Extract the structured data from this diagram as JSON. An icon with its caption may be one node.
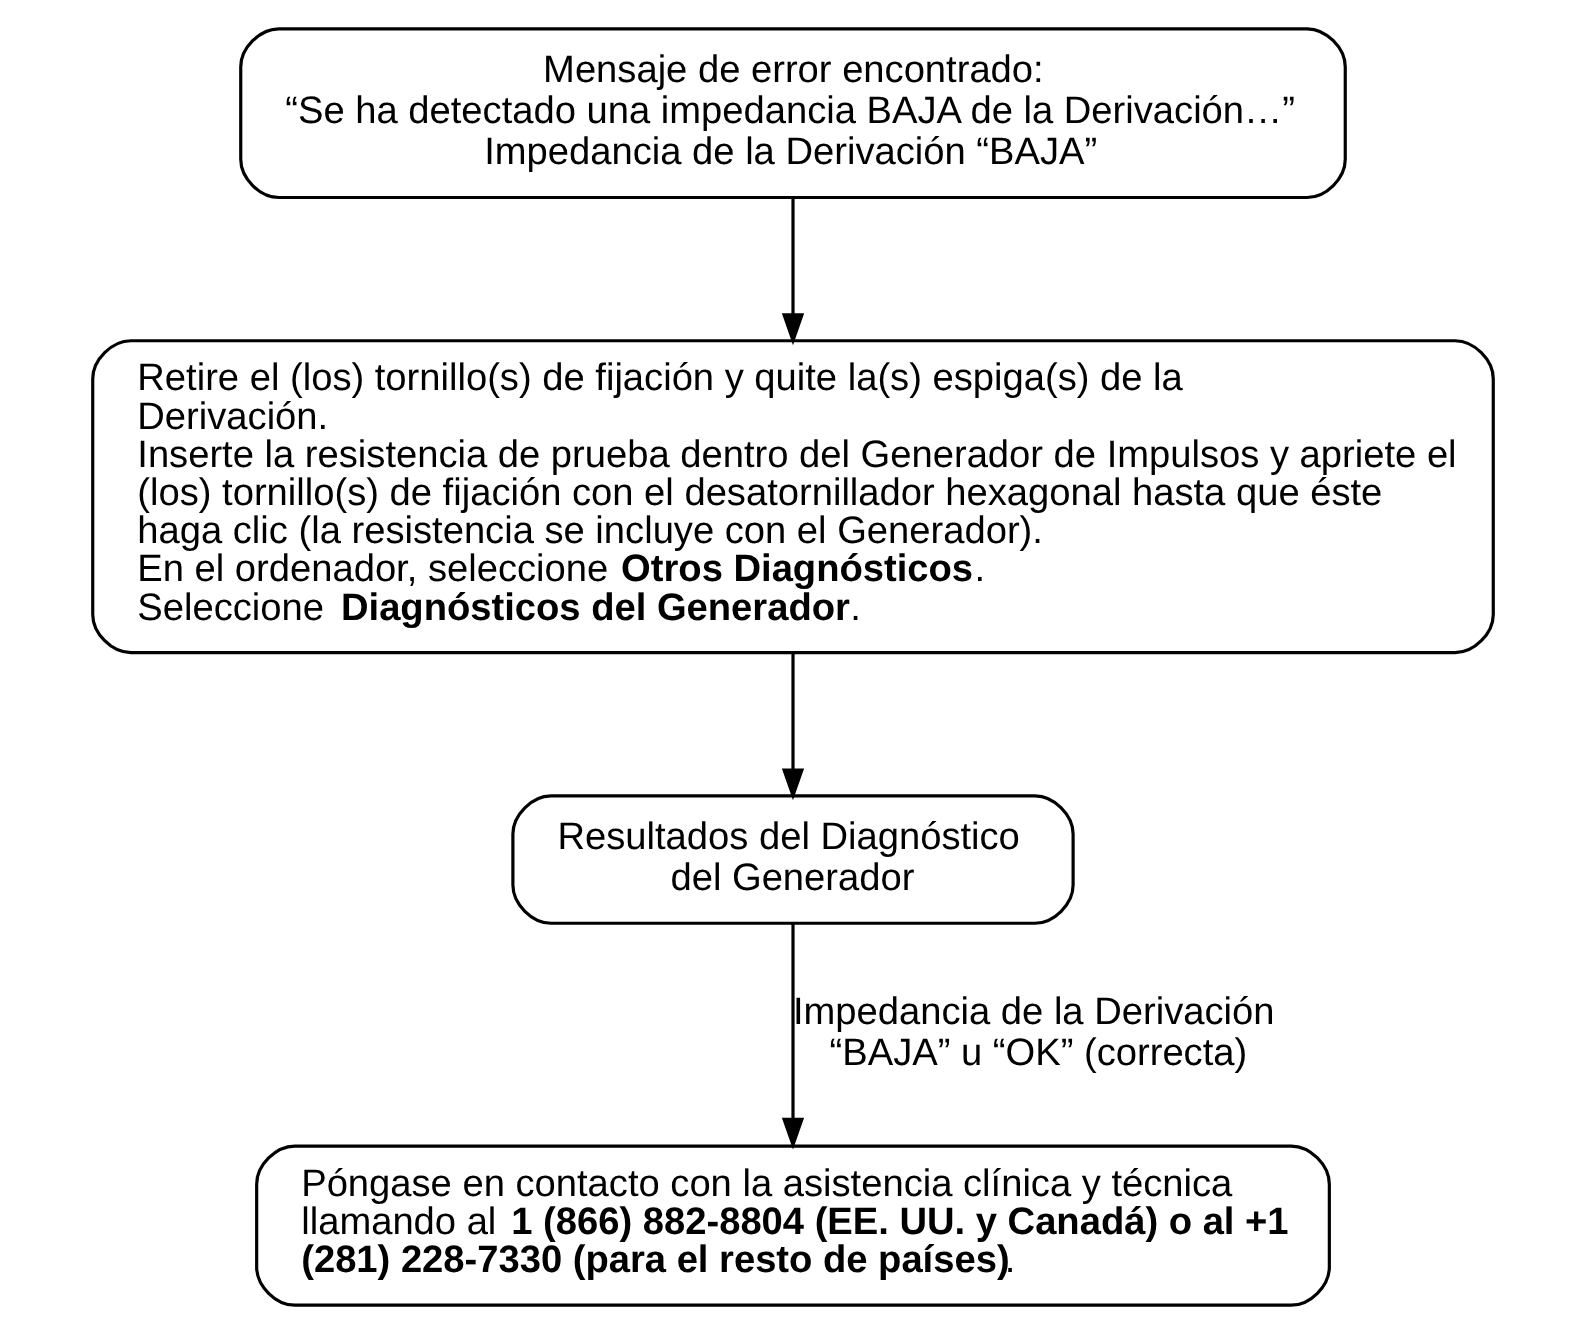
{
  "diagram": {
    "nodes": [
      {
        "text": [
          "Mensaje de error encontrado:",
          "“Se ha detectado una impedancia BAJA de la Derivación…”",
          "Impedancia de la Derivación “BAJA”"
        ]
      },
      {
        "text": [
          "Retire el (los) tornillo(s) de fijación y quite la(s) espiga(s) de la Derivación.",
          "Inserte la resistencia de prueba dentro del Generador de Impulsos y apriete el (los) tornillo(s) de fijación con el desatornillador hexagonal hasta que éste haga clic (la resistencia se incluye con el Generador).",
          "En el ordenador, seleccione **Otros Diagnósticos**.",
          "Seleccione **Diagnósticos del Generador**."
        ]
      },
      {
        "text": [
          "Resultados del Diagnóstico del Generador"
        ]
      },
      {
        "text": [
          "Póngase en contacto con la asistencia clínica y técnica llamando al **1 (866) 882-8804 (EE. UU. y Canadá) o al +1 (281) 228-7330 (para el resto de países)**."
        ]
      }
    ],
    "edges": [
      {
        "from": 0,
        "to": 1,
        "arrow": "to"
      },
      {
        "from": 1,
        "to": 2,
        "arrow": "to"
      },
      {
        "from": 2,
        "to": 3,
        "arrow": "to",
        "label": "Impedancia de la Derivación “BAJA” u “OK” (correcta)"
      }
    ]
  }
}
